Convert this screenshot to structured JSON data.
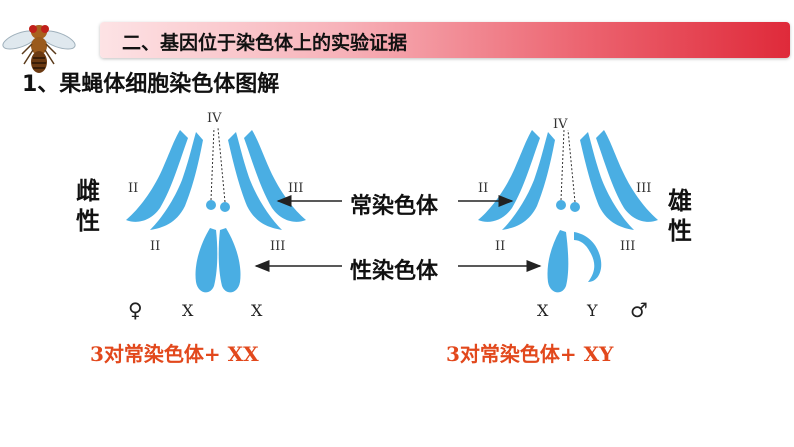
{
  "banner": {
    "title": "二、基因位于染色体上的实验证据"
  },
  "heading": "1、果蝇体细胞染色体图解",
  "female": {
    "label_line1": "雌",
    "label_line2": "性",
    "symbol": "♀",
    "chromosome_letters": [
      "X",
      "X"
    ],
    "formula": "3对常染色体+ XX"
  },
  "male": {
    "label_line1": "雄",
    "label_line2": "性",
    "symbol": "♂",
    "chromosome_letters": [
      "X",
      "Y"
    ],
    "formula": "3对常染色体+  XY"
  },
  "center": {
    "autosome_label": "常染色体",
    "sex_chromosome_label": "性染色体"
  },
  "roman_numerals": {
    "two": "II",
    "three": "III",
    "four": "IV"
  },
  "colors": {
    "chromosome": "#4aaee3",
    "formula": "#e2481c",
    "banner_end": "#df2a3a"
  }
}
